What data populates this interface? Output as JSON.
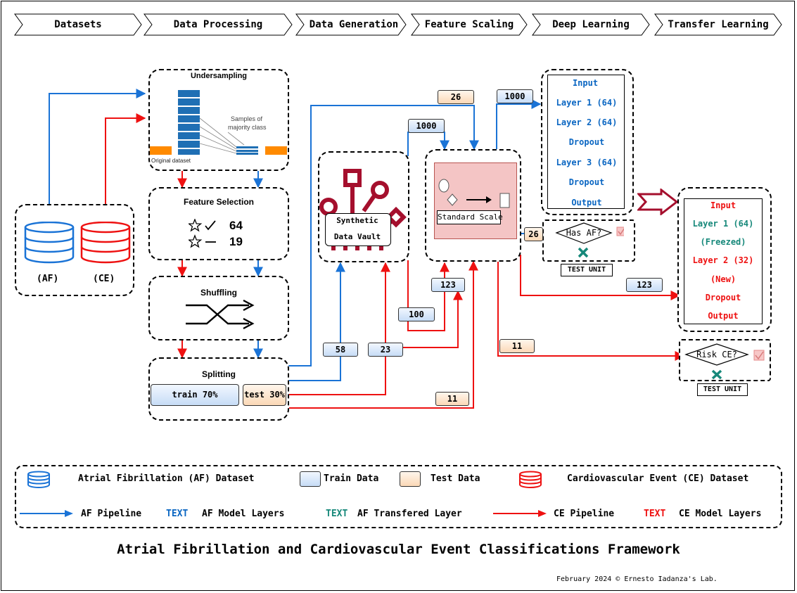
{
  "colors": {
    "af_blue": "#1a73d6",
    "ce_red": "#ee1111",
    "transfer_teal": "#16887a",
    "deep_blue": "#0a66c2",
    "train_fill": "#c6dcf6",
    "test_fill": "#fbd8b6",
    "scaler_fill": "#f4c5c5"
  },
  "steps": [
    "Datasets",
    "Data Processing",
    "Data Generation",
    "Feature Scaling",
    "Deep Learning",
    "Transfer Learning"
  ],
  "datasets": {
    "af_label": "(AF)",
    "ce_label": "(CE)"
  },
  "undersampling": {
    "title": "Undersampling",
    "majority_label_1": "Samples of",
    "majority_label_2": "majority class",
    "original_label": "Original dataset"
  },
  "feature_selection": {
    "title": "Feature Selection",
    "selected": "64",
    "removed": "19"
  },
  "shuffling": {
    "title": "Shuffling"
  },
  "splitting": {
    "title": "Splitting",
    "train": "train 70%",
    "test": "test 30%"
  },
  "synthetic": {
    "line1": "Synthetic",
    "line2": "Data Vault"
  },
  "scaler": {
    "label": "Standard Scale"
  },
  "af_model": {
    "layers": [
      "Input",
      "Layer 1 (64)",
      "Layer 2 (64)",
      "Dropout",
      "Layer 3 (64)",
      "Dropout",
      "Output"
    ]
  },
  "af_test": {
    "question": "Has AF?",
    "label": "TEST UNIT"
  },
  "ce_model": {
    "layers": [
      "Input",
      "Layer 1 (64)",
      "(Freezed)",
      "Layer 2 (32)",
      "(New)",
      "Dropout",
      "Output"
    ]
  },
  "ce_test": {
    "question": "Risk CE?",
    "label": "TEST UNIT"
  },
  "counts": {
    "af_test_26_top": "26",
    "af_train_1000_top": "1000",
    "af_synth_1000": "1000",
    "af_test_26_side": "26",
    "ce_train_123": "123",
    "ce_scaled_123": "123",
    "ce_synth_100": "100",
    "af_split_58": "58",
    "ce_split_23": "23",
    "ce_test_11_bottom": "11",
    "ce_test_11_right": "11"
  },
  "legend": {
    "af_dataset": "Atrial Fibrillation (AF) Dataset",
    "train_data": "Train Data",
    "test_data": "Test Data",
    "ce_dataset": "Cardiovascular Event (CE) Dataset",
    "af_pipeline": "AF Pipeline",
    "text_sample": "TEXT",
    "af_model_layers": "AF Model Layers",
    "af_transfer_layer": "AF Transfered Layer",
    "ce_pipeline": "CE Pipeline",
    "ce_model_layers": "CE Model Layers"
  },
  "title": "Atrial Fibrillation and Cardiovascular Event Classifications Framework",
  "credit": "February 2024 © Ernesto Iadanza's Lab."
}
